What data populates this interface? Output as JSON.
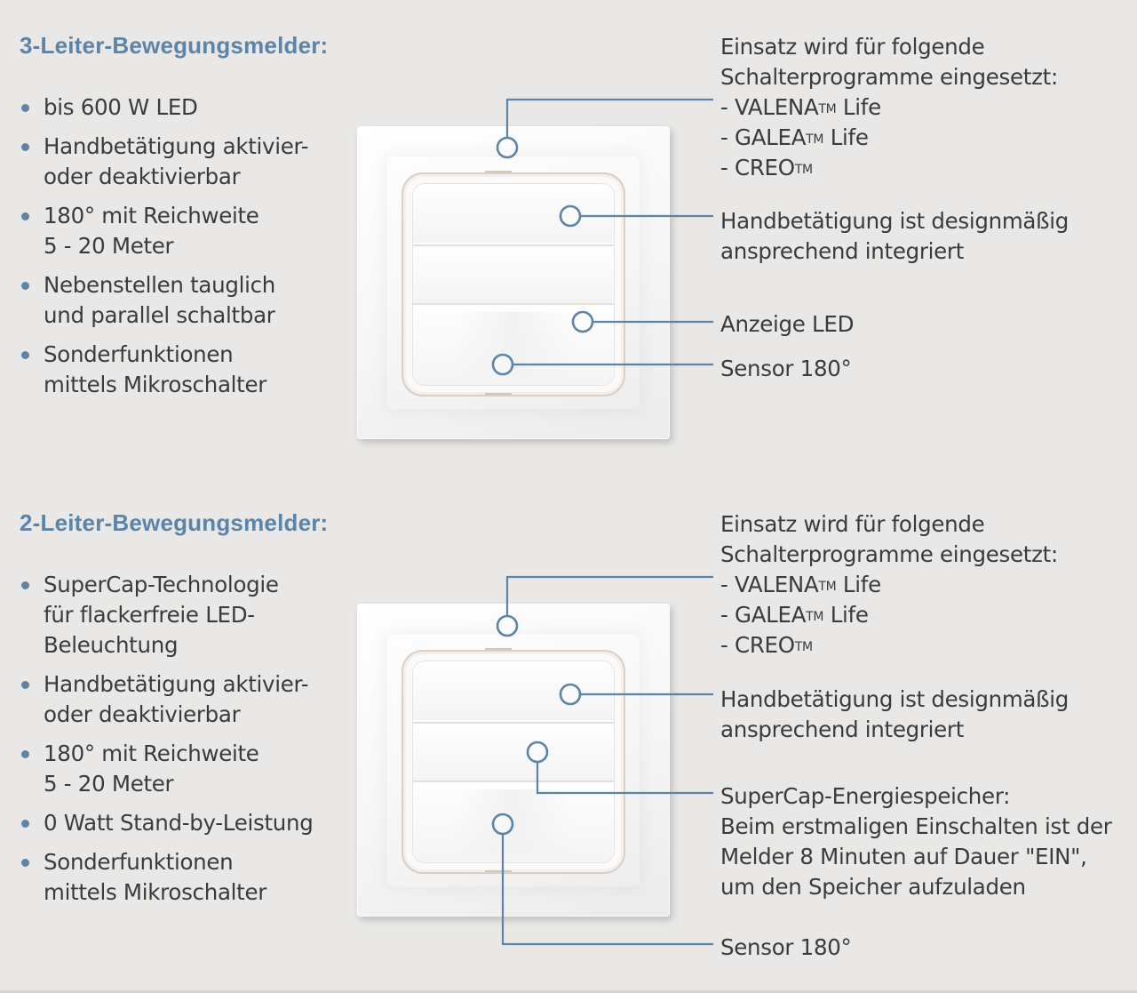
{
  "colors": {
    "accent": "#5c83a8",
    "text": "#3b3b3b",
    "background": "#e9e8e6"
  },
  "section_3_wire": {
    "heading": "3-Leiter-Bewegungsmelder:",
    "features": [
      "bis 600 W LED",
      "Handbetätigung aktivier-\noder deaktivierbar",
      "180° mit Reichweite\n5 - 20 Meter",
      "Nebenstellen tauglich\nund parallel schaltbar",
      "Sonderfunktionen\nmittels Mikroschalter"
    ],
    "programs_intro_line1": "Einsatz wird für folgende",
    "programs_intro_line2": "Schalterprogramme eingesetzt:",
    "programs": [
      {
        "name": "- VALENA",
        "mark": "TM",
        "suffix": " Life"
      },
      {
        "name": "- GALEA",
        "mark": "TM",
        "suffix": " Life"
      },
      {
        "name": "- CREO",
        "mark": "TM",
        "suffix": ""
      }
    ],
    "callouts": {
      "manual": "Handbetätigung ist designmäßig\nansprechend integriert",
      "led": "Anzeige LED",
      "sensor": "Sensor 180°"
    }
  },
  "section_2_wire": {
    "heading": "2-Leiter-Bewegungsmelder:",
    "features": [
      "SuperCap-Technologie\nfür flackerfreie LED-\nBeleuchtung",
      "Handbetätigung aktivier-\noder deaktivierbar",
      "180° mit Reichweite\n5 - 20 Meter",
      "0 Watt Stand-by-Leistung",
      "Sonderfunktionen\nmittels Mikroschalter"
    ],
    "programs_intro_line1": "Einsatz wird für folgende",
    "programs_intro_line2": "Schalterprogramme eingesetzt:",
    "programs": [
      {
        "name": "- VALENA",
        "mark": "TM",
        "suffix": " Life"
      },
      {
        "name": "- GALEA",
        "mark": "TM",
        "suffix": " Life"
      },
      {
        "name": "- CREO",
        "mark": "TM",
        "suffix": ""
      }
    ],
    "callouts": {
      "manual": "Handbetätigung ist designmäßig\nansprechend integriert",
      "supercap": "SuperCap-Energiespeicher:\nBeim erstmaligen Einschalten ist der\nMelder 8 Minuten auf Dauer \"EIN\",\num den Speicher aufzuladen",
      "sensor": "Sensor 180°"
    }
  }
}
